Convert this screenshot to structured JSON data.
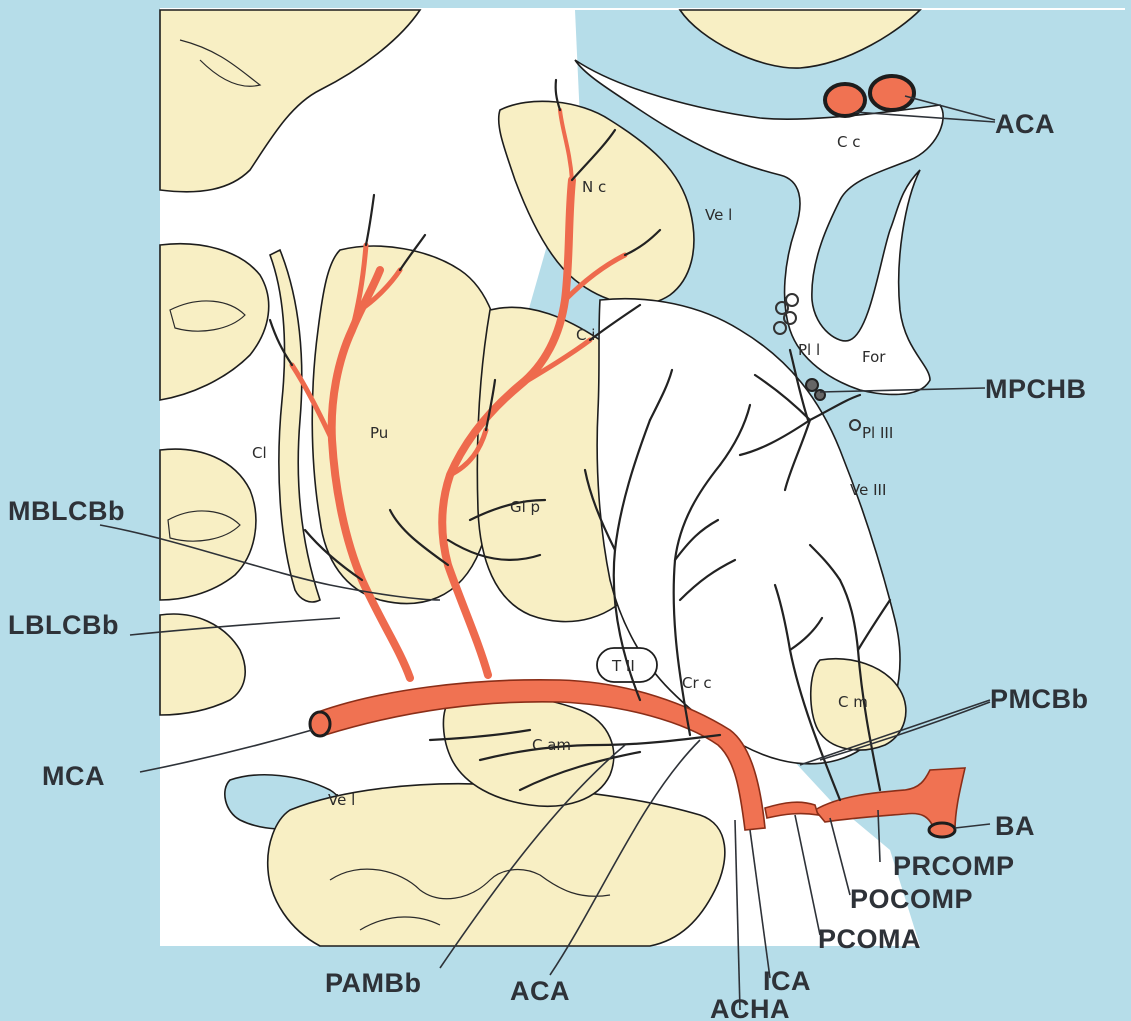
{
  "colors": {
    "background": "#b6dde9",
    "section": "#ffffff",
    "tissue": "#f8efc4",
    "artery": "#f07252",
    "label": "#2e3238"
  },
  "labels": {
    "aca_top": "ACA",
    "mpchb": "MPCHB",
    "mblcbb": "MBLCBb",
    "lblcbb": "LBLCBb",
    "mca": "MCA",
    "pmcbb": "PMCBb",
    "ba": "BA",
    "prcomp": "PRCOMP",
    "pocomp": "POCOMP",
    "pcoma": "PCOMA",
    "ica": "ICA",
    "acha": "ACHA",
    "aca_bottom": "ACA",
    "pambb": "PAMBb"
  },
  "structures": {
    "cc": "C c",
    "ve_l_top": "Ve l",
    "nc": "N c",
    "ci": "C i",
    "pl_l": "Pl l",
    "for": "For",
    "pl_iii": "Pl III",
    "ve_iii": "Ve III",
    "pu": "Pu",
    "cl": "Cl",
    "gl_p": "Gl p",
    "t_ii": "T II",
    "cr_c": "Cr c",
    "c_m": "C m",
    "c_am": "C am",
    "ve_l_bottom": "Ve l"
  }
}
